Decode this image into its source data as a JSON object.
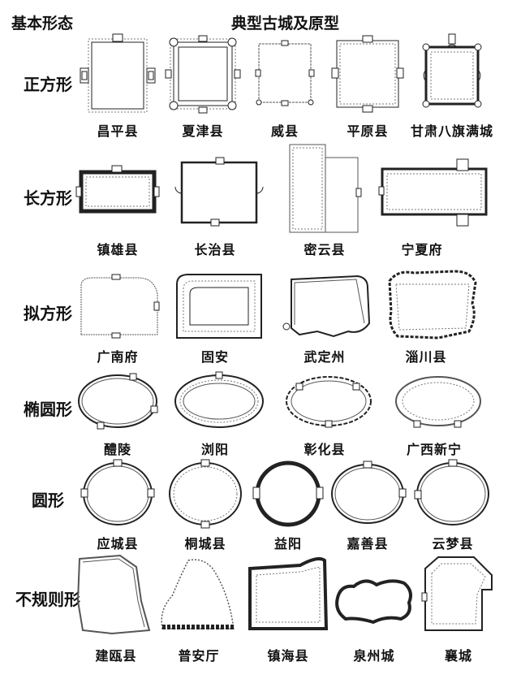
{
  "header": {
    "left": "基本形态",
    "right": "典型古城及原型"
  },
  "rows": [
    {
      "category": "正方形",
      "cities": [
        "昌平县",
        "夏津县",
        "威县",
        "平原县",
        "甘肃八旗满城"
      ]
    },
    {
      "category": "长方形",
      "cities": [
        "镇雄县",
        "长治县",
        "密云县",
        "宁夏府"
      ]
    },
    {
      "category": "拟方形",
      "cities": [
        "广南府",
        "固安",
        "武定州",
        "淄川县"
      ]
    },
    {
      "category": "椭圆形",
      "cities": [
        "醴陵",
        "浏阳",
        "彰化县",
        "广西新宁"
      ]
    },
    {
      "category": "圆形",
      "cities": [
        "应城县",
        "桐城县",
        "益阳",
        "嘉善县",
        "云梦县"
      ]
    },
    {
      "category": "不规则形",
      "cities": [
        "建瓯县",
        "普安厅",
        "镇海县",
        "泉州城",
        "襄城"
      ]
    }
  ]
}
